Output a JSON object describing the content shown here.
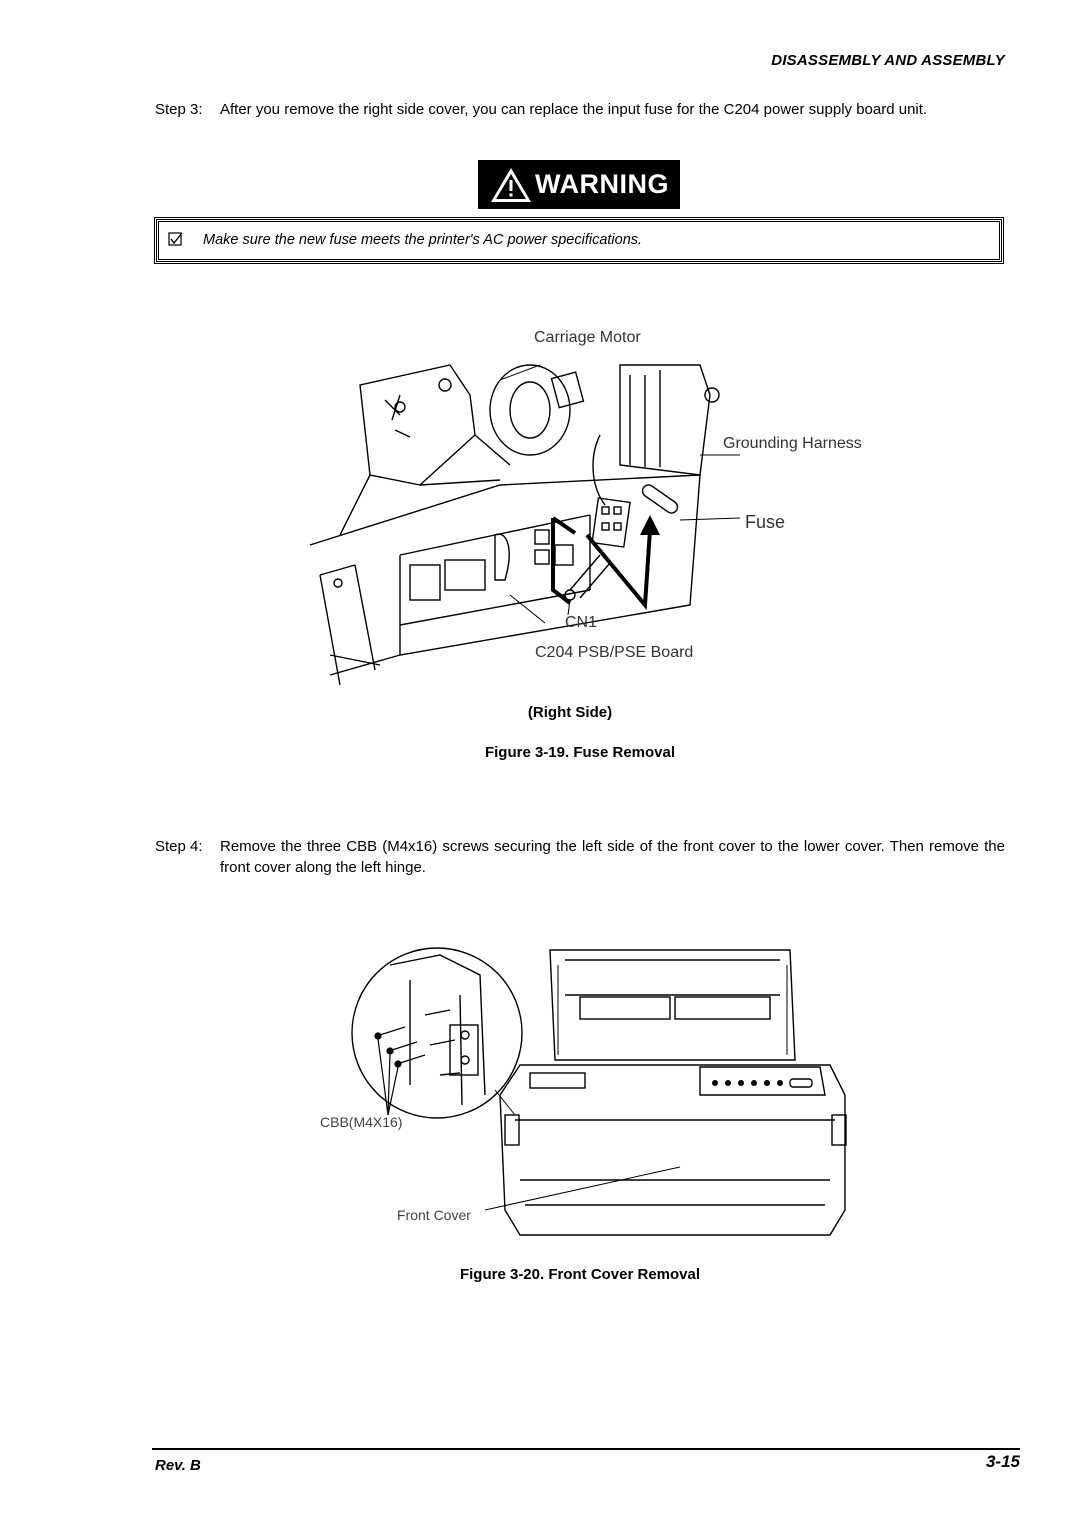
{
  "header": {
    "section_title": "DISASSEMBLY AND ASSEMBLY"
  },
  "step3": {
    "label": "Step 3:",
    "text": "After you remove the right side cover, you can replace the input fuse for the C204 power supply board unit."
  },
  "warning": {
    "badge_text": "WARNING",
    "message": "Make sure the new fuse meets the printer's AC power specifications."
  },
  "figure1": {
    "labels": {
      "carriage_motor": "Carriage Motor",
      "grounding_harness": "Grounding Harness",
      "fuse": "Fuse",
      "cn1": "CN1",
      "board": "C204 PSB/PSE Board"
    },
    "subcaption": "(Right Side)",
    "caption": "Figure 3-19. Fuse Removal"
  },
  "step4": {
    "label": "Step 4:",
    "text": "Remove the three CBB (M4x16) screws securing the left side of the front cover to the lower cover. Then remove the front cover along the left hinge."
  },
  "figure2": {
    "labels": {
      "screws": "CBB(M4X16)",
      "front_cover": "Front Cover"
    },
    "caption": "Figure 3-20. Front Cover Removal"
  },
  "footer": {
    "revision": "Rev. B",
    "page_number": "3-15"
  }
}
